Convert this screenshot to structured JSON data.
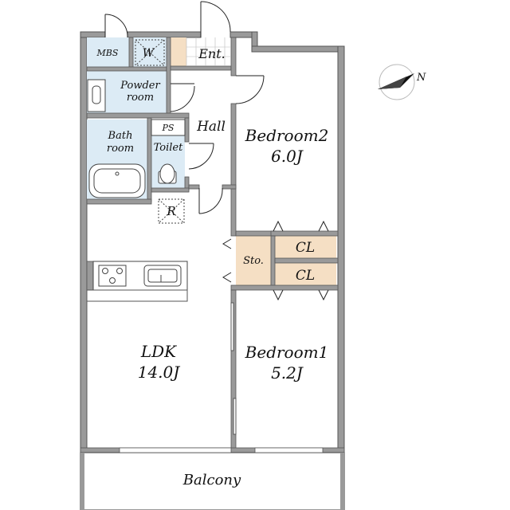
{
  "rooms": {
    "mbs": "MBS",
    "washer": "W",
    "entrance": "Ent.",
    "powder_line1": "Powder",
    "powder_line2": "room",
    "bath_line1": "Bath",
    "bath_line2": "room",
    "ps": "PS",
    "toilet": "Toilet",
    "hall": "Hall",
    "refrigerator": "R",
    "bedroom2_name": "Bedroom2",
    "bedroom2_size": "6.0J",
    "storage": "Sto.",
    "closet1": "CL",
    "closet2": "CL",
    "ldk_name": "LDK",
    "ldk_size": "14.0J",
    "bedroom1_name": "Bedroom1",
    "bedroom1_size": "5.2J",
    "balcony": "Balcony"
  },
  "compass": {
    "label": "N"
  },
  "colors": {
    "wall": "#9a9a9a",
    "wet_area": "#dcebf5",
    "wood_area": "#f5dfc4",
    "line": "#555555"
  }
}
